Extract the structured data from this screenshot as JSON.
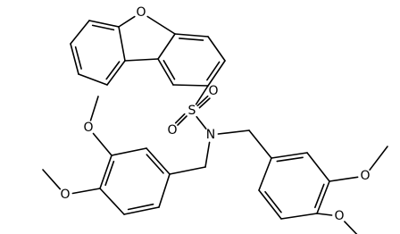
{
  "molecule": {
    "atoms": [
      {
        "id": 1,
        "element": "O",
        "label": "O"
      },
      {
        "id": 2,
        "element": "C",
        "label": ""
      },
      {
        "id": 3,
        "element": "C",
        "label": ""
      },
      {
        "id": 4,
        "element": "C",
        "label": ""
      },
      {
        "id": 5,
        "element": "C",
        "label": ""
      },
      {
        "id": 6,
        "element": "C",
        "label": ""
      },
      {
        "id": 7,
        "element": "C",
        "label": ""
      },
      {
        "id": 8,
        "element": "C",
        "label": ""
      },
      {
        "id": 9,
        "element": "C",
        "label": ""
      },
      {
        "id": 10,
        "element": "C",
        "label": ""
      },
      {
        "id": 11,
        "element": "C",
        "label": ""
      },
      {
        "id": 12,
        "element": "C",
        "label": ""
      },
      {
        "id": 13,
        "element": "C",
        "label": ""
      },
      {
        "id": 14,
        "element": "S",
        "label": "S"
      },
      {
        "id": 15,
        "element": "O",
        "label": "O"
      },
      {
        "id": 16,
        "element": "O",
        "label": "O"
      },
      {
        "id": 17,
        "element": "N",
        "label": "N"
      },
      {
        "id": 18,
        "element": "C",
        "label": ""
      },
      {
        "id": 19,
        "element": "C",
        "label": ""
      },
      {
        "id": 20,
        "element": "C",
        "label": ""
      },
      {
        "id": 21,
        "element": "C",
        "label": ""
      },
      {
        "id": 22,
        "element": "C",
        "label": ""
      },
      {
        "id": 23,
        "element": "C",
        "label": ""
      },
      {
        "id": 24,
        "element": "C",
        "label": ""
      },
      {
        "id": 25,
        "element": "O",
        "label": "O"
      },
      {
        "id": 26,
        "element": "C",
        "label": ""
      },
      {
        "id": 27,
        "element": "O",
        "label": "O"
      },
      {
        "id": 28,
        "element": "C",
        "label": ""
      },
      {
        "id": 29,
        "element": "C",
        "label": ""
      },
      {
        "id": 30,
        "element": "C",
        "label": ""
      },
      {
        "id": 31,
        "element": "C",
        "label": ""
      },
      {
        "id": 32,
        "element": "C",
        "label": ""
      },
      {
        "id": 33,
        "element": "C",
        "label": ""
      },
      {
        "id": 34,
        "element": "C",
        "label": ""
      },
      {
        "id": 35,
        "element": "C",
        "label": ""
      },
      {
        "id": 36,
        "element": "O",
        "label": "O"
      },
      {
        "id": 37,
        "element": "C",
        "label": ""
      },
      {
        "id": 38,
        "element": "O",
        "label": "O"
      },
      {
        "id": 39,
        "element": "C",
        "label": ""
      }
    ],
    "bonds": [
      {
        "a": 1,
        "b": 2,
        "order": 1
      },
      {
        "a": 2,
        "b": 3,
        "order": 2
      },
      {
        "a": 3,
        "b": 4,
        "order": 1
      },
      {
        "a": 4,
        "b": 5,
        "order": 2
      },
      {
        "a": 5,
        "b": 6,
        "order": 1
      },
      {
        "a": 6,
        "b": 7,
        "order": 2
      },
      {
        "a": 7,
        "b": 2,
        "order": 1
      },
      {
        "a": 7,
        "b": 8,
        "order": 1
      },
      {
        "a": 8,
        "b": 9,
        "order": 2
      },
      {
        "a": 9,
        "b": 10,
        "order": 1
      },
      {
        "a": 10,
        "b": 11,
        "order": 2
      },
      {
        "a": 11,
        "b": 12,
        "order": 1
      },
      {
        "a": 12,
        "b": 13,
        "order": 2
      },
      {
        "a": 13,
        "b": 8,
        "order": 1
      },
      {
        "a": 13,
        "b": 1,
        "order": 1
      },
      {
        "a": 10,
        "b": 14,
        "order": 1
      },
      {
        "a": 14,
        "b": 15,
        "order": 2
      },
      {
        "a": 14,
        "b": 16,
        "order": 2
      },
      {
        "a": 14,
        "b": 17,
        "order": 1
      },
      {
        "a": 17,
        "b": 18,
        "order": 1
      },
      {
        "a": 18,
        "b": 19,
        "order": 1
      },
      {
        "a": 19,
        "b": 20,
        "order": 2
      },
      {
        "a": 20,
        "b": 21,
        "order": 1
      },
      {
        "a": 21,
        "b": 22,
        "order": 2
      },
      {
        "a": 22,
        "b": 23,
        "order": 1
      },
      {
        "a": 23,
        "b": 24,
        "order": 2
      },
      {
        "a": 24,
        "b": 19,
        "order": 1
      },
      {
        "a": 21,
        "b": 25,
        "order": 1
      },
      {
        "a": 25,
        "b": 26,
        "order": 1
      },
      {
        "a": 22,
        "b": 27,
        "order": 1
      },
      {
        "a": 27,
        "b": 28,
        "order": 1
      },
      {
        "a": 17,
        "b": 29,
        "order": 1
      },
      {
        "a": 29,
        "b": 30,
        "order": 1
      },
      {
        "a": 30,
        "b": 31,
        "order": 2
      },
      {
        "a": 31,
        "b": 32,
        "order": 1
      },
      {
        "a": 32,
        "b": 33,
        "order": 2
      },
      {
        "a": 33,
        "b": 34,
        "order": 1
      },
      {
        "a": 34,
        "b": 35,
        "order": 2
      },
      {
        "a": 35,
        "b": 30,
        "order": 1
      },
      {
        "a": 32,
        "b": 36,
        "order": 1
      },
      {
        "a": 36,
        "b": 37,
        "order": 1
      },
      {
        "a": 33,
        "b": 38,
        "order": 1
      },
      {
        "a": 38,
        "b": 39,
        "order": 1
      }
    ]
  }
}
